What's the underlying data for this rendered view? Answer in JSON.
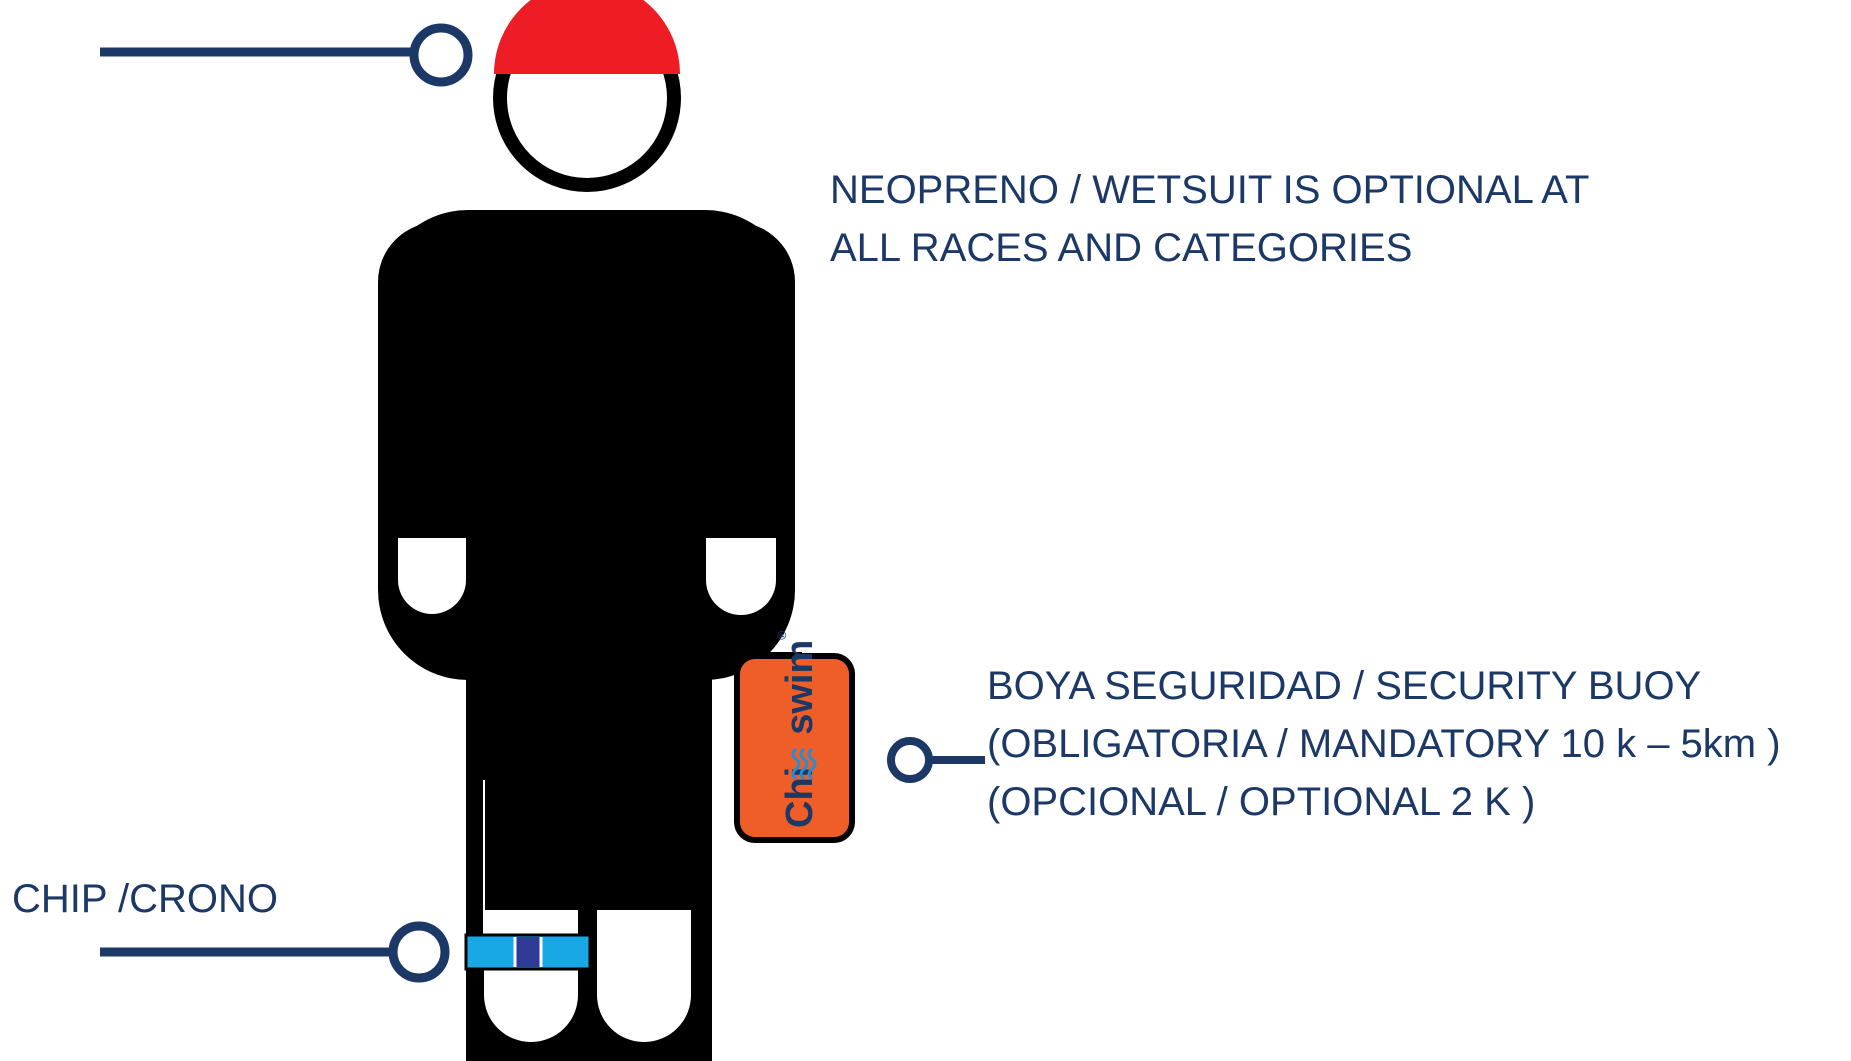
{
  "colors": {
    "accent_navy": "#1b3866",
    "cap_red": "#ee1c24",
    "figure_black": "#000000",
    "buoy_orange": "#ef5d28",
    "chip_light_blue": "#18a8e6",
    "chip_dark_blue": "#2d3a96",
    "brand_blue": "#1f8fd6"
  },
  "labels": {
    "wetsuit_line1": "NEOPRENO / WETSUIT  IS  OPTIONAL AT",
    "wetsuit_line2": "ALL RACES AND CATEGORIES",
    "buoy_line1": "BOYA SEGURIDAD / SECURITY BUOY",
    "buoy_line2": "(OBLIGATORIA / MANDATORY 10 k – 5km )",
    "buoy_line3": "(OPCIONAL / OPTIONAL  2 K )",
    "chip": "CHIP /CRONO"
  },
  "buoy_brand": {
    "part1": "Chi",
    "part2": "swim",
    "mark": "®"
  },
  "icons": {
    "cap": "swim-cap-icon",
    "buoy": "safety-buoy-icon",
    "chip": "ankle-chip-icon",
    "callout": "callout-circle-icon"
  }
}
